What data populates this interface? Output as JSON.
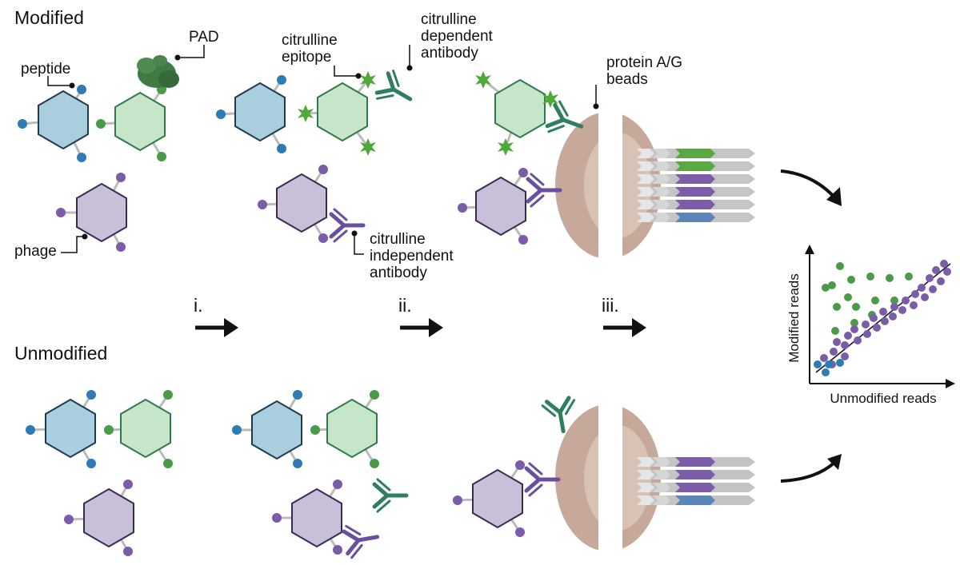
{
  "panels": {
    "modified": "Modified",
    "unmodified": "Unmodified"
  },
  "callouts": {
    "pad": "PAD",
    "peptide": "peptide",
    "phage": "phage",
    "epitope": [
      "citrulline",
      "epitope"
    ],
    "dependent": [
      "citrulline",
      "dependent",
      "antibody"
    ],
    "independent": [
      "citrulline",
      "independent",
      "antibody"
    ],
    "beads": [
      "protein A/G",
      "beads"
    ]
  },
  "steps": [
    "i.",
    "ii.",
    "iii."
  ],
  "plot": {
    "xlabel": "Unmodified reads",
    "ylabel": "Modified reads"
  },
  "colors": {
    "blue": "#a9cfdf",
    "blue_dot": "#2e7bb5",
    "green": "#c7e6c9",
    "green_dot": "#4a9a48",
    "purple": "#c9bfd9",
    "purple_dot": "#7a5ca8",
    "antibody_green": "#2f7f5e",
    "antibody_purple": "#6a4fa0",
    "star": "#4fa83a",
    "bead": "#c7a99b",
    "pad": "#3f7a43"
  }
}
